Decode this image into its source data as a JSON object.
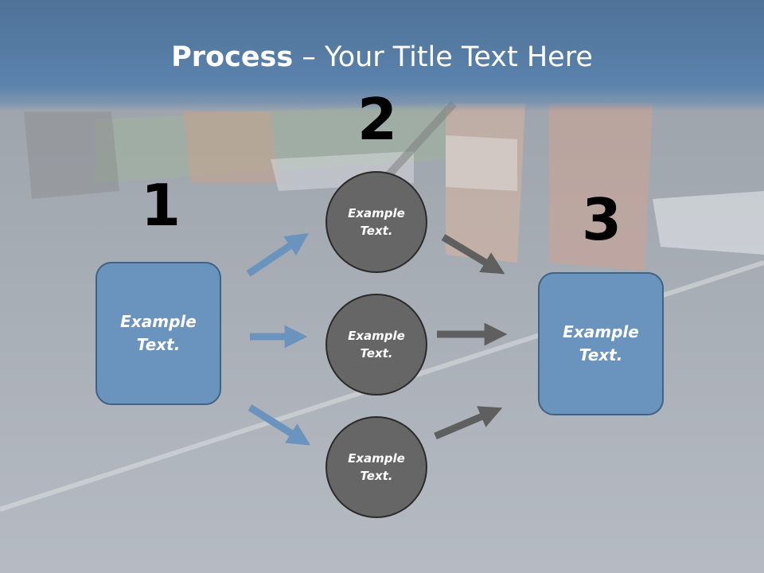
{
  "title": {
    "bold": "Process",
    "rest": " – Your Title Text Here"
  },
  "steps": {
    "one": "1",
    "two": "2",
    "three": "3"
  },
  "left_box": {
    "text": "Example\nText."
  },
  "right_box": {
    "text": "Example\nText."
  },
  "circles": [
    {
      "text": "Example\nText."
    },
    {
      "text": "Example\nText."
    },
    {
      "text": "Example\nText."
    }
  ],
  "colors": {
    "blue_arrow": "#6a93bd",
    "gray_arrow": "#5f5f5f",
    "box_fill": "#6a93bd",
    "circle_fill": "#666666"
  }
}
